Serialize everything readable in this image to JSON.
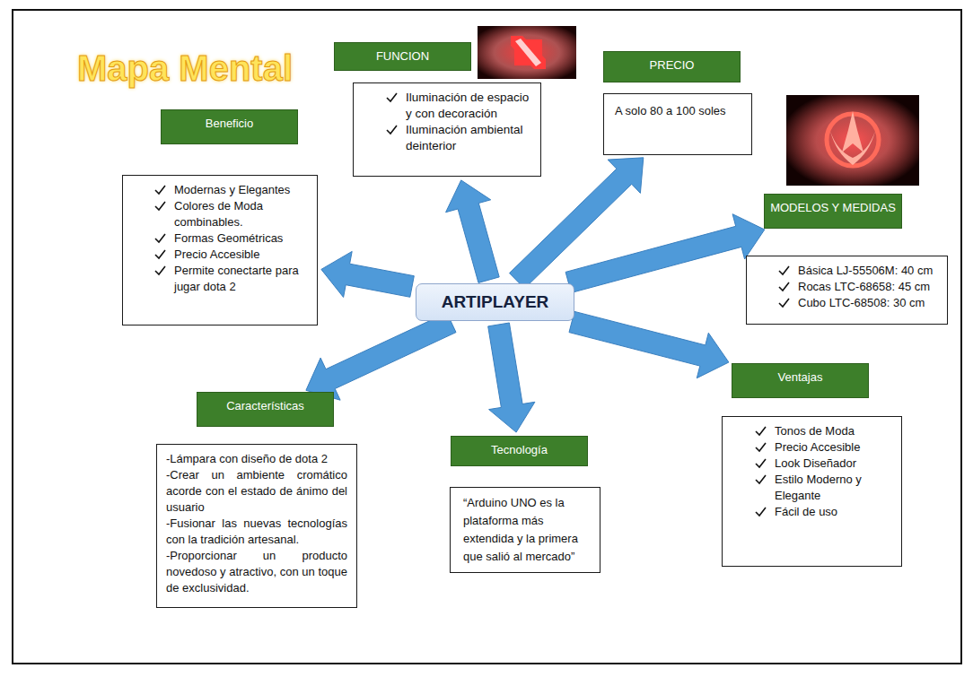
{
  "diagram": {
    "title": "Mapa Mental",
    "nodes": [
      {
        "text": [
          "FUNCION"
        ]
      },
      {
        "text": [
          "PRECIO"
        ]
      },
      {
        "text": [
          "Iluminación de espacio y con decoración",
          "Iluminación ambiental deinterior"
        ]
      },
      {
        "text": [
          "A solo 80 a 100 soles"
        ]
      },
      {
        "text": [
          "Beneficio"
        ]
      },
      {
        "text": [
          "Modernas y Elegantes",
          "Colores de Moda combinables.",
          "Formas Geométricas",
          "Precio Accesible",
          "Permite conectarte para jugar dota 2"
        ]
      },
      {
        "text": [
          "MODELOS Y MEDIDAS"
        ]
      },
      {
        "text": [
          "Básica LJ-55506M: 40 cm",
          "Rocas LTC-68658: 45 cm",
          "Cubo LTC-68508: 30 cm"
        ]
      },
      {
        "text": [
          "ARTIPLAYER"
        ]
      },
      {
        "text": [
          "Ventajas"
        ]
      },
      {
        "text": [
          "Características"
        ]
      },
      {
        "text": [
          "Tonos de Moda",
          "Precio Accesible",
          "Look Diseñador",
          "Estilo Moderno y Elegante",
          "Fácil de uso"
        ]
      },
      {
        "text": [
          "Tecnología"
        ]
      },
      {
        "text": [
          "-Lámpara con diseño de dota 2",
          "-Crear un ambiente cromático acorde con el estado de ánimo del usuario",
          "-Fusionar las nuevas tecnologías con la tradición artesanal.",
          "-Proporcionar un producto novedoso y atractivo, con un toque de exclusividad."
        ]
      },
      {
        "text": [
          "“Arduino UNO es la plataforma más extendida y la primera que salió al mercado”"
        ]
      }
    ],
    "edges": [
      {
        "from": 8,
        "to": 5,
        "arrow": "to"
      },
      {
        "from": 8,
        "to": 2,
        "arrow": "to"
      },
      {
        "from": 8,
        "to": 3,
        "arrow": "to"
      },
      {
        "from": 8,
        "to": 6,
        "arrow": "to"
      },
      {
        "from": 8,
        "to": 9,
        "arrow": "to"
      },
      {
        "from": 8,
        "to": 12,
        "arrow": "to"
      },
      {
        "from": 8,
        "to": 10,
        "arrow": "to"
      }
    ]
  }
}
